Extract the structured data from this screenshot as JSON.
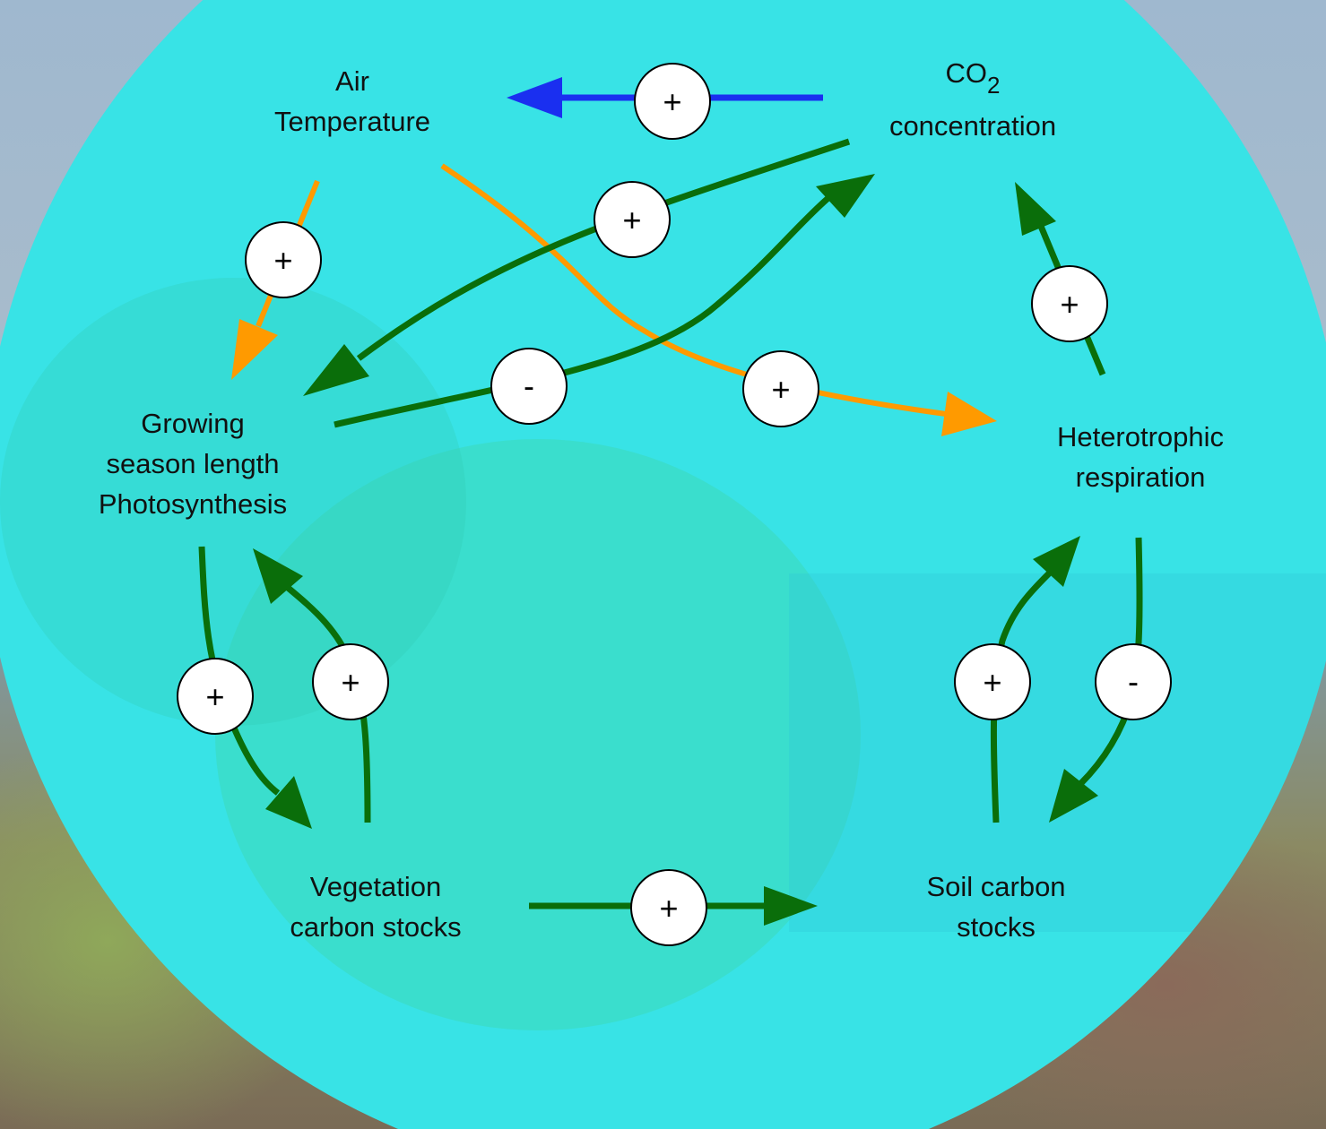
{
  "nodes": {
    "air_temperature": [
      "Air",
      "Temperature"
    ],
    "co2": {
      "base": "CO",
      "subscript": "2",
      "line2": "concentration"
    },
    "growing_season": [
      "Growing",
      "season length",
      "Photosynthesis"
    ],
    "heterotrophic": [
      "Heterotrophic",
      "respiration"
    ],
    "vegetation": [
      "Vegetation",
      "carbon stocks"
    ],
    "soil": [
      "Soil carbon",
      "stocks"
    ]
  },
  "links": [
    {
      "from": "CO2 concentration",
      "to": "Air Temperature",
      "sign": "+"
    },
    {
      "from": "Air Temperature",
      "to": "Growing season length Photosynthesis",
      "sign": "+"
    },
    {
      "from": "Air Temperature",
      "to": "Heterotrophic respiration",
      "sign": "+"
    },
    {
      "from": "CO2 concentration",
      "to": "Growing season length Photosynthesis",
      "sign": "+"
    },
    {
      "from": "Growing season length Photosynthesis",
      "to": "CO2 concentration",
      "sign": "-"
    },
    {
      "from": "Heterotrophic respiration",
      "to": "CO2 concentration",
      "sign": "+"
    },
    {
      "from": "Growing season length Photosynthesis",
      "to": "Vegetation carbon stocks",
      "sign": "+"
    },
    {
      "from": "Vegetation carbon stocks",
      "to": "Growing season length Photosynthesis",
      "sign": "+"
    },
    {
      "from": "Vegetation carbon stocks",
      "to": "Soil carbon stocks",
      "sign": "+"
    },
    {
      "from": "Soil carbon stocks",
      "to": "Heterotrophic respiration",
      "sign": "+"
    },
    {
      "from": "Heterotrophic respiration",
      "to": "Soil carbon stocks",
      "sign": "-"
    }
  ],
  "colors": {
    "circle_fill": "#38e3e6",
    "temperature_arrow": "#ff9a00",
    "carbon_arrow": "#0a6e0a",
    "co2_temperature_arrow": "#1a2ff0"
  }
}
